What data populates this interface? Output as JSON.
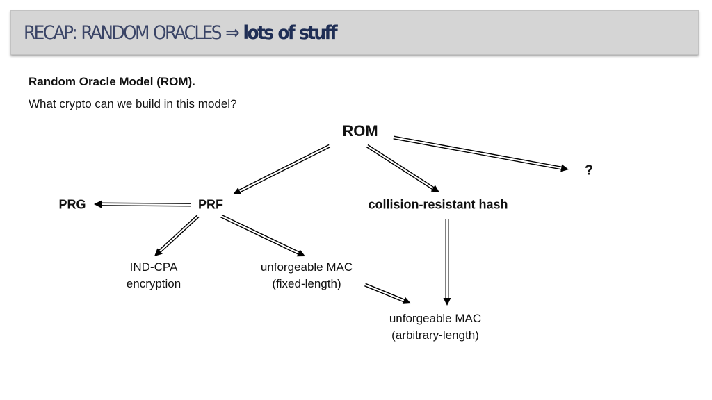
{
  "slide": {
    "title_main": "RECAP: RANDOM ORACLES",
    "title_arrow": "⇒",
    "title_tail": "lots of stuff",
    "subheading": "Random Oracle Model (ROM).",
    "question": "What crypto can we build in this model?"
  },
  "diagram": {
    "nodes": {
      "rom": "ROM",
      "unknown": "?",
      "prg": "PRG",
      "prf": "PRF",
      "crh": "collision-resistant hash",
      "ind_cpa_line1": "IND-CPA",
      "ind_cpa_line2": "encryption",
      "mac_fixed_line1": "unforgeable MAC",
      "mac_fixed_line2": "(fixed-length)",
      "mac_arb_line1": "unforgeable MAC",
      "mac_arb_line2": "(arbitrary-length)"
    },
    "edges": [
      {
        "from": "ROM",
        "to": "PRF"
      },
      {
        "from": "ROM",
        "to": "collision-resistant hash"
      },
      {
        "from": "ROM",
        "to": "?"
      },
      {
        "from": "PRF",
        "to": "PRG"
      },
      {
        "from": "PRF",
        "to": "IND-CPA encryption"
      },
      {
        "from": "PRF",
        "to": "unforgeable MAC (fixed-length)"
      },
      {
        "from": "unforgeable MAC (fixed-length)",
        "to": "unforgeable MAC (arbitrary-length)"
      },
      {
        "from": "collision-resistant hash",
        "to": "unforgeable MAC (arbitrary-length)"
      }
    ]
  }
}
